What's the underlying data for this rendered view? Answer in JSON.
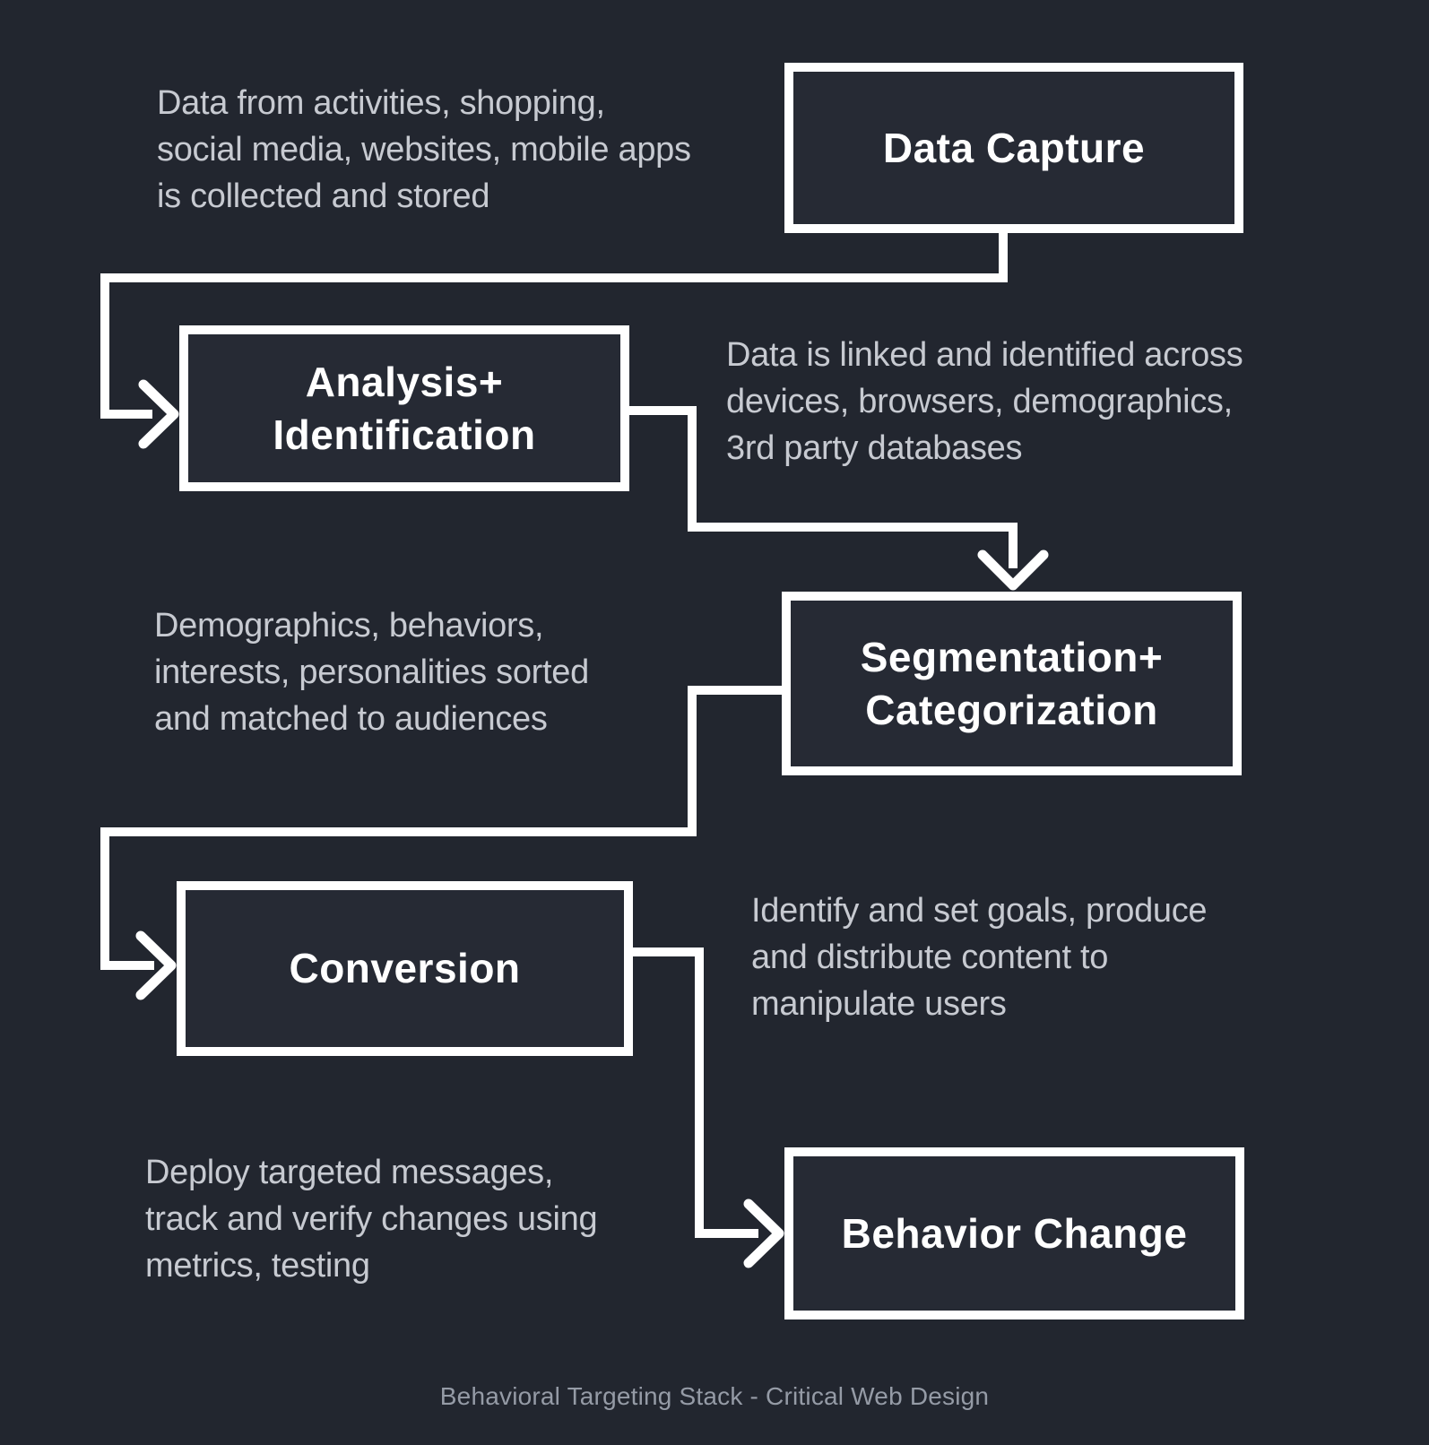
{
  "colors": {
    "background": "#22262f",
    "node_fill": "#262a34",
    "stroke_white": "#ffffff",
    "description_text": "#c7cad1",
    "caption_text": "#959ba6"
  },
  "caption": "Behavioral Targeting Stack - Critical Web Design",
  "nodes": [
    {
      "id": "data-capture",
      "label": "Data Capture",
      "description": "Data from activities, shopping,\nsocial media, websites, mobile apps\nis collected and stored"
    },
    {
      "id": "analysis-identification",
      "label": "Analysis+\nIdentification",
      "description": "Data is linked and identified across\ndevices, browsers, demographics,\n3rd party databases"
    },
    {
      "id": "segmentation-categorization",
      "label": "Segmentation+\nCategorization",
      "description": "Demographics, behaviors,\ninterests, personalities sorted\nand matched to audiences"
    },
    {
      "id": "conversion",
      "label": "Conversion",
      "description": "Identify and set goals, produce\nand distribute content to\nmanipulate users"
    },
    {
      "id": "behavior-change",
      "label": "Behavior Change",
      "description": "Deploy targeted messages,\ntrack and verify changes using\nmetrics, testing"
    }
  ],
  "edges": [
    {
      "from": "Data Capture",
      "to": "Analysis+Identification"
    },
    {
      "from": "Analysis+Identification",
      "to": "Segmentation+Categorization"
    },
    {
      "from": "Segmentation+Categorization",
      "to": "Conversion"
    },
    {
      "from": "Conversion",
      "to": "Behavior Change"
    }
  ]
}
